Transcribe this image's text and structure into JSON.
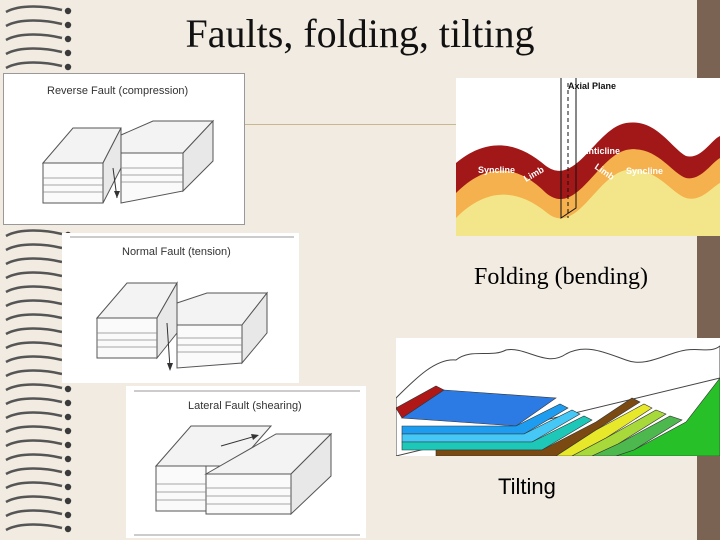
{
  "slide": {
    "title": "Faults, folding,  tilting",
    "colors": {
      "paper": "#f1ebe1",
      "border": "#7a6352",
      "accent_rule": "#c9b78f"
    }
  },
  "figures": {
    "reverse_fault": {
      "label": "Reverse Fault (compression)"
    },
    "normal_fault": {
      "label": "Normal Fault (tension)"
    },
    "lateral_fault": {
      "label": "Lateral Fault (shearing)"
    },
    "folding": {
      "axial_plane": "Axial Plane",
      "anticline": "Anticline",
      "syncline_left": "Syncline",
      "syncline_right": "Syncline",
      "limb_left": "Limb",
      "limb_right": "Limb",
      "caption": "Folding (bending)"
    },
    "tilting": {
      "caption": "Tilting"
    }
  }
}
